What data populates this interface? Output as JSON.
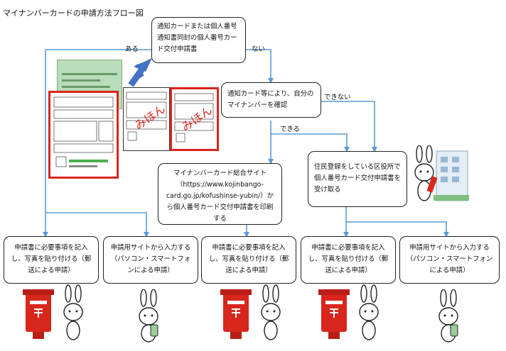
{
  "title": "マイナンバーカードの申請方法フロー図",
  "start_box": "通知カードまたは個人番号通知書同封の個人番号カード交付申請書",
  "branch_yes": "ある",
  "branch_no": "ない",
  "confirm_box": "通知カード等により、自分のマイナンバーを確認",
  "confirm_no": "できない",
  "confirm_yes": "できる",
  "print_box": "マイナンバーカード総合サイト（https://www.kojinbango-card.go.jp/kofushinse-yubin/）から個人番号カード交付申請書を印刷する",
  "office_box": "住民登録をしている区役所で個人番号カード交付申請書を受け取る",
  "results": [
    {
      "text": "申請書に必要事項を記入し、写真を貼り付ける（郵送による申請）"
    },
    {
      "text": "申請用サイトから入力する（パソコン・スマートフォンによる申請）"
    },
    {
      "text": "申請書に必要事項を記入し、写真を貼り付ける（郵送による申請）"
    },
    {
      "text": "申請書に必要事項を記入し、写真を貼り付ける（郵送による申請）"
    },
    {
      "text": "申請用サイトから入力する（パソコン・スマートフォンによる申請）"
    }
  ],
  "sample_text": "みほん",
  "colors": {
    "line": "#5b9bd5",
    "arrow": "#4472c4",
    "red": "#d9261c",
    "card_green": "#9ccb9c"
  }
}
